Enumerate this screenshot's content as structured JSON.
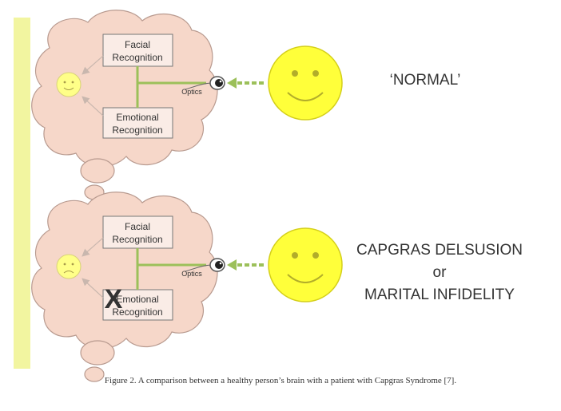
{
  "panels": [
    {
      "box_top": "Facial",
      "box_top_2": "Recognition",
      "box_bottom": "Emotional",
      "box_bottom_2": "Recognition",
      "optics_label": "Optics",
      "side_label_lines": [
        "‘NORMAL’"
      ],
      "emotional_blocked": false,
      "inner_face": "happy"
    },
    {
      "box_top": "Facial",
      "box_top_2": "Recognition",
      "box_bottom": "Emotional",
      "box_bottom_2": "Recognition",
      "optics_label": "Optics",
      "side_label_lines": [
        "CAPGRAS DELSUSION",
        "or",
        "MARITAL INFIDELITY"
      ],
      "emotional_blocked": true,
      "blocked_mark": "X",
      "inner_face": "sad"
    }
  ],
  "caption": "Figure 2. A comparison between a healthy person’s brain with a patient with Capgras Syndrome [7].",
  "colors": {
    "cloud_fill": "#f6d7c9",
    "cloud_stroke": "#b89a8f",
    "face_yellow": "#ffff3a",
    "inner_face": "#ffff88",
    "arrow_green": "#9cc05a",
    "side_bar": "#f2f5a0",
    "red_x": "#cc1f1f"
  }
}
